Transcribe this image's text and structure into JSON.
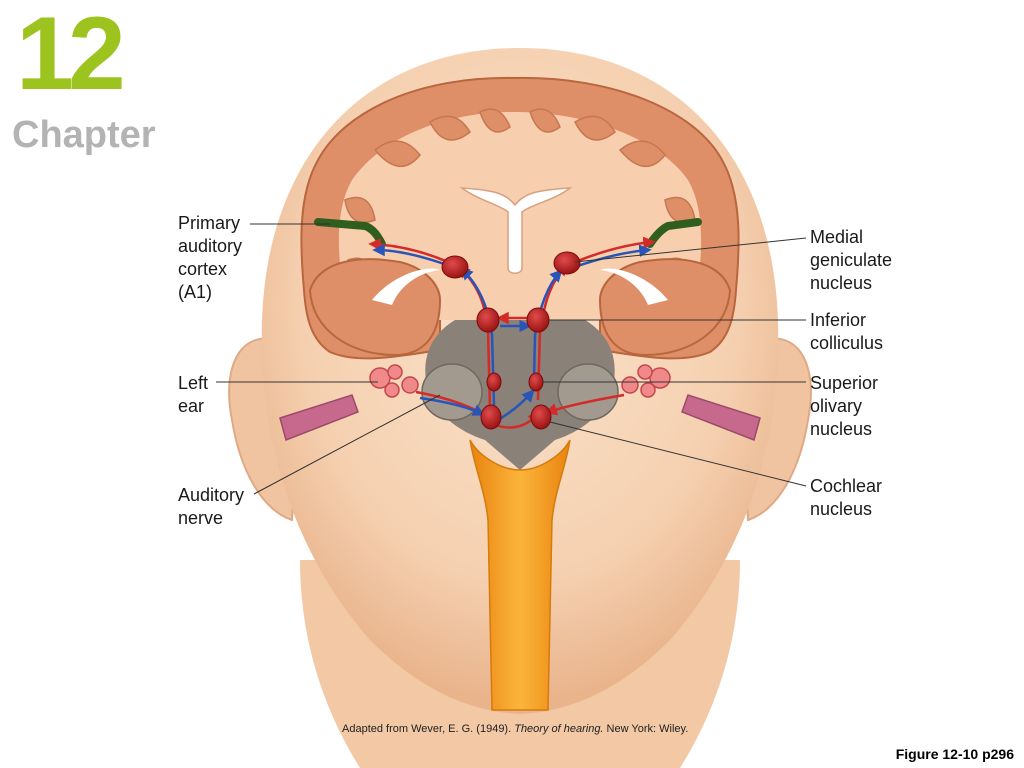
{
  "chapter": {
    "number": "12",
    "word": "Chapter"
  },
  "labels": {
    "primary_auditory_cortex": "Primary\nauditory\ncortex\n(A1)",
    "left_ear": "Left\near",
    "auditory_nerve": "Auditory\nnerve",
    "medial_geniculate": "Medial\ngeniculate\nnucleus",
    "inferior_colliculus": "Inferior\ncolliculus",
    "superior_olivary": "Superior\nolivary\nnucleus",
    "cochlear_nucleus": "Cochlear\nnucleus"
  },
  "credit": {
    "prefix": "Adapted from Wever, E. G. (1949). ",
    "title": "Theory of hearing.",
    "suffix": " New York: Wiley."
  },
  "figure_ref": "Figure 12-10 p296",
  "colors": {
    "chapter_green": "#9dc41e",
    "chapter_gray": "#b3b3b3",
    "skin": "#f7d3b4",
    "skin_shade": "#eab891",
    "cortex": "#de8f67",
    "white_matter": "#f7cfae",
    "brainstem": "#8a8178",
    "spinal_cord": "#f29a1c",
    "nucleus": "#bf1f1f",
    "pathway_red": "#d42a2a",
    "pathway_blue": "#2a55b8",
    "auditory_cortex": "#2f5e1e",
    "ear_nerve": "#c7698c"
  }
}
